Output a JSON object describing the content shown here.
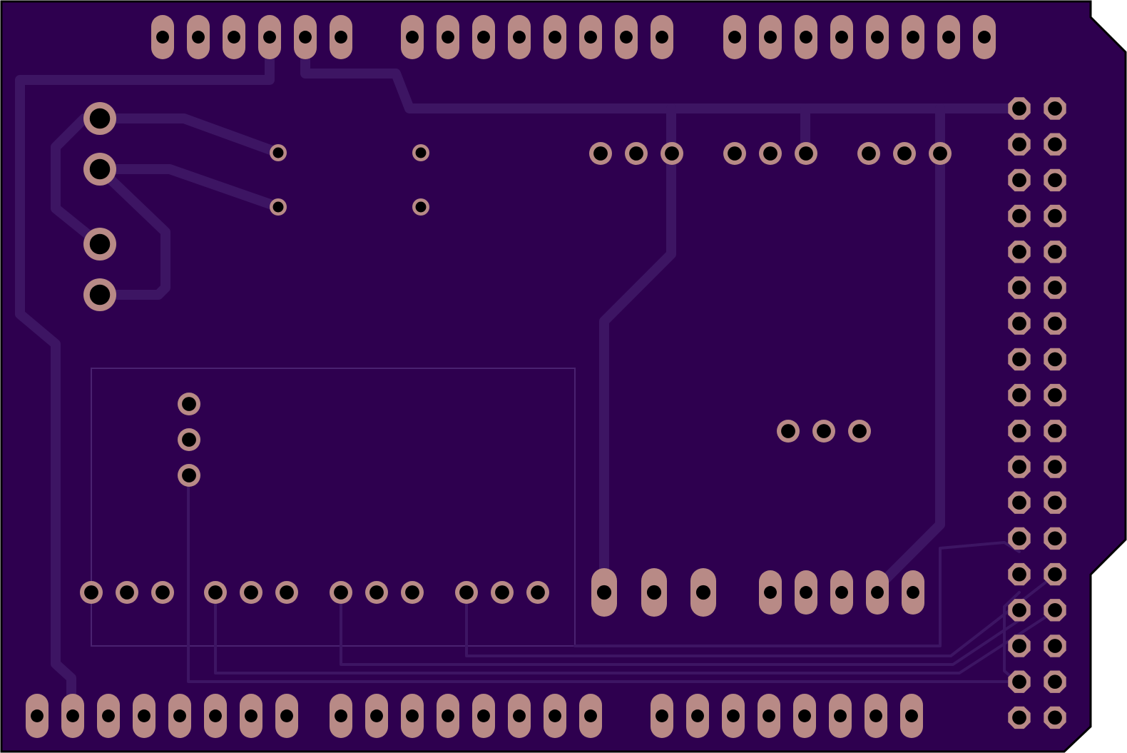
{
  "pcb": {
    "view": "bottom layer",
    "colors": {
      "background": "#ffffff",
      "outline": "#000000",
      "soldermask": "#2e004f",
      "trace": "#3d1563",
      "silkscreen": "#4a2270",
      "copper_pad": "#b88a86",
      "drill": "#000000"
    },
    "components": [
      {
        "name": "header-top-left",
        "type": "oblong-pin-header",
        "pins": 6
      },
      {
        "name": "header-top-middle",
        "type": "oblong-pin-header",
        "pins": 8
      },
      {
        "name": "header-top-right",
        "type": "oblong-pin-header",
        "pins": 8
      },
      {
        "name": "header-bottom-1",
        "type": "oblong-pin-header",
        "pins": 8
      },
      {
        "name": "header-bottom-2",
        "type": "oblong-pin-header",
        "pins": 8
      },
      {
        "name": "header-bottom-3",
        "type": "oblong-pin-header",
        "pins": 8
      },
      {
        "name": "header-side-double",
        "type": "dual-row-header",
        "pins": 36
      },
      {
        "name": "terminal-left",
        "type": "large-pad-column",
        "pins": 4
      },
      {
        "name": "small-vias-left",
        "type": "via-grid",
        "pins": 4
      },
      {
        "name": "connector-row-a",
        "type": "3-pin-row",
        "pins": 3
      },
      {
        "name": "connector-row-b",
        "type": "3-pin-row",
        "pins": 3
      },
      {
        "name": "connector-row-c",
        "type": "3-pin-row",
        "pins": 3
      },
      {
        "name": "connector-row-d",
        "type": "3-pin-row",
        "pins": 3
      },
      {
        "name": "vertical-3pin",
        "type": "3-pin-column",
        "pins": 3
      },
      {
        "name": "bottom-3pin-a",
        "type": "3-pin-row",
        "pins": 3
      },
      {
        "name": "bottom-3pin-b",
        "type": "3-pin-row",
        "pins": 3
      },
      {
        "name": "bottom-3pin-c",
        "type": "3-pin-row",
        "pins": 3
      },
      {
        "name": "bottom-3pin-d",
        "type": "3-pin-row",
        "pins": 3
      },
      {
        "name": "power-jack-pads",
        "type": "oblong-pad-row",
        "pins": 3
      },
      {
        "name": "header-5pin",
        "type": "oblong-pad-row",
        "pins": 5
      },
      {
        "name": "mid-right-3pin",
        "type": "3-pin-row",
        "pins": 3
      },
      {
        "name": "module-outline",
        "type": "silkscreen-rectangle",
        "pins": 0
      }
    ]
  }
}
